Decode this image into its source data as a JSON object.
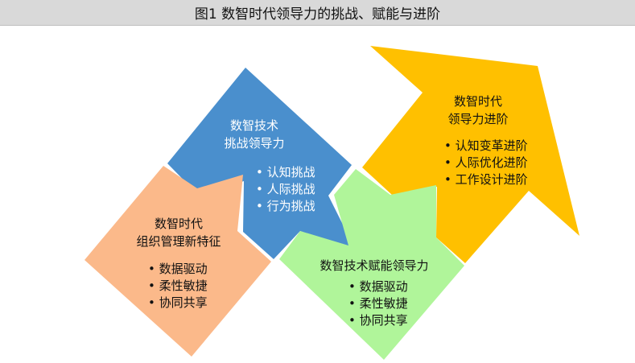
{
  "title": "图1  数智时代领导力的挑战、赋能与进阶",
  "colors": {
    "orange": "#FBB98A",
    "blue": "#4A8FCD",
    "green": "#B0F59A",
    "yellow": "#FFC000"
  },
  "blocks": {
    "org": {
      "title1": "数智时代",
      "title2": "组织管理新特征",
      "bullets": [
        "• 数据驱动",
        "• 柔性敏捷",
        "• 协同共享"
      ]
    },
    "challenge": {
      "title1": "数智技术",
      "title2": "挑战领导力",
      "bullets": [
        "• 认知挑战",
        "• 人际挑战",
        "• 行为挑战"
      ]
    },
    "empower": {
      "title1": "数智技术赋能领导力",
      "bullets": [
        "• 数据驱动",
        "• 柔性敏捷",
        "• 协同共享"
      ]
    },
    "advance": {
      "title1": "数智时代",
      "title2": "领导力进阶",
      "bullets": [
        "• 认知变革进阶",
        "• 人际优化进阶",
        "• 工作设计进阶"
      ]
    }
  }
}
